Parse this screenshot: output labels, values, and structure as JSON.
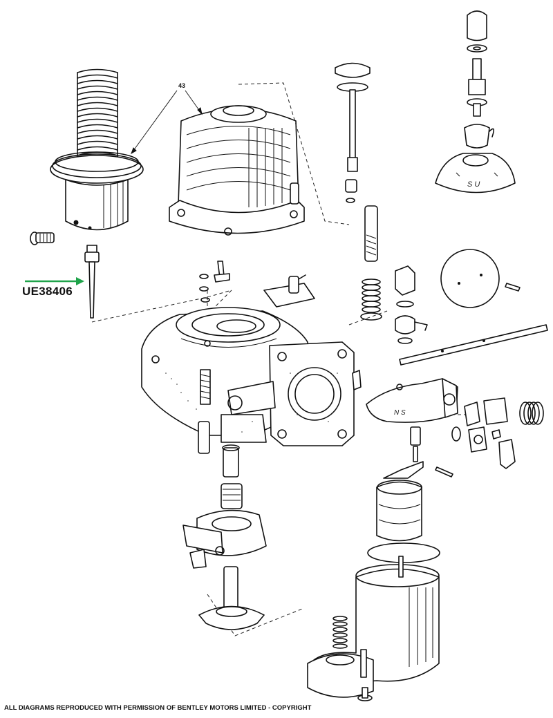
{
  "diagram": {
    "callout_number": "43",
    "highlighted_part": "UE38406",
    "body_marking": "S U",
    "copyright": "ALL DIAGRAMS REPRODUCED WITH PERMISSION OF BENTLEY MOTORS LIMITED - COPYRIGHT",
    "pointer_color": "#1fa34a"
  }
}
